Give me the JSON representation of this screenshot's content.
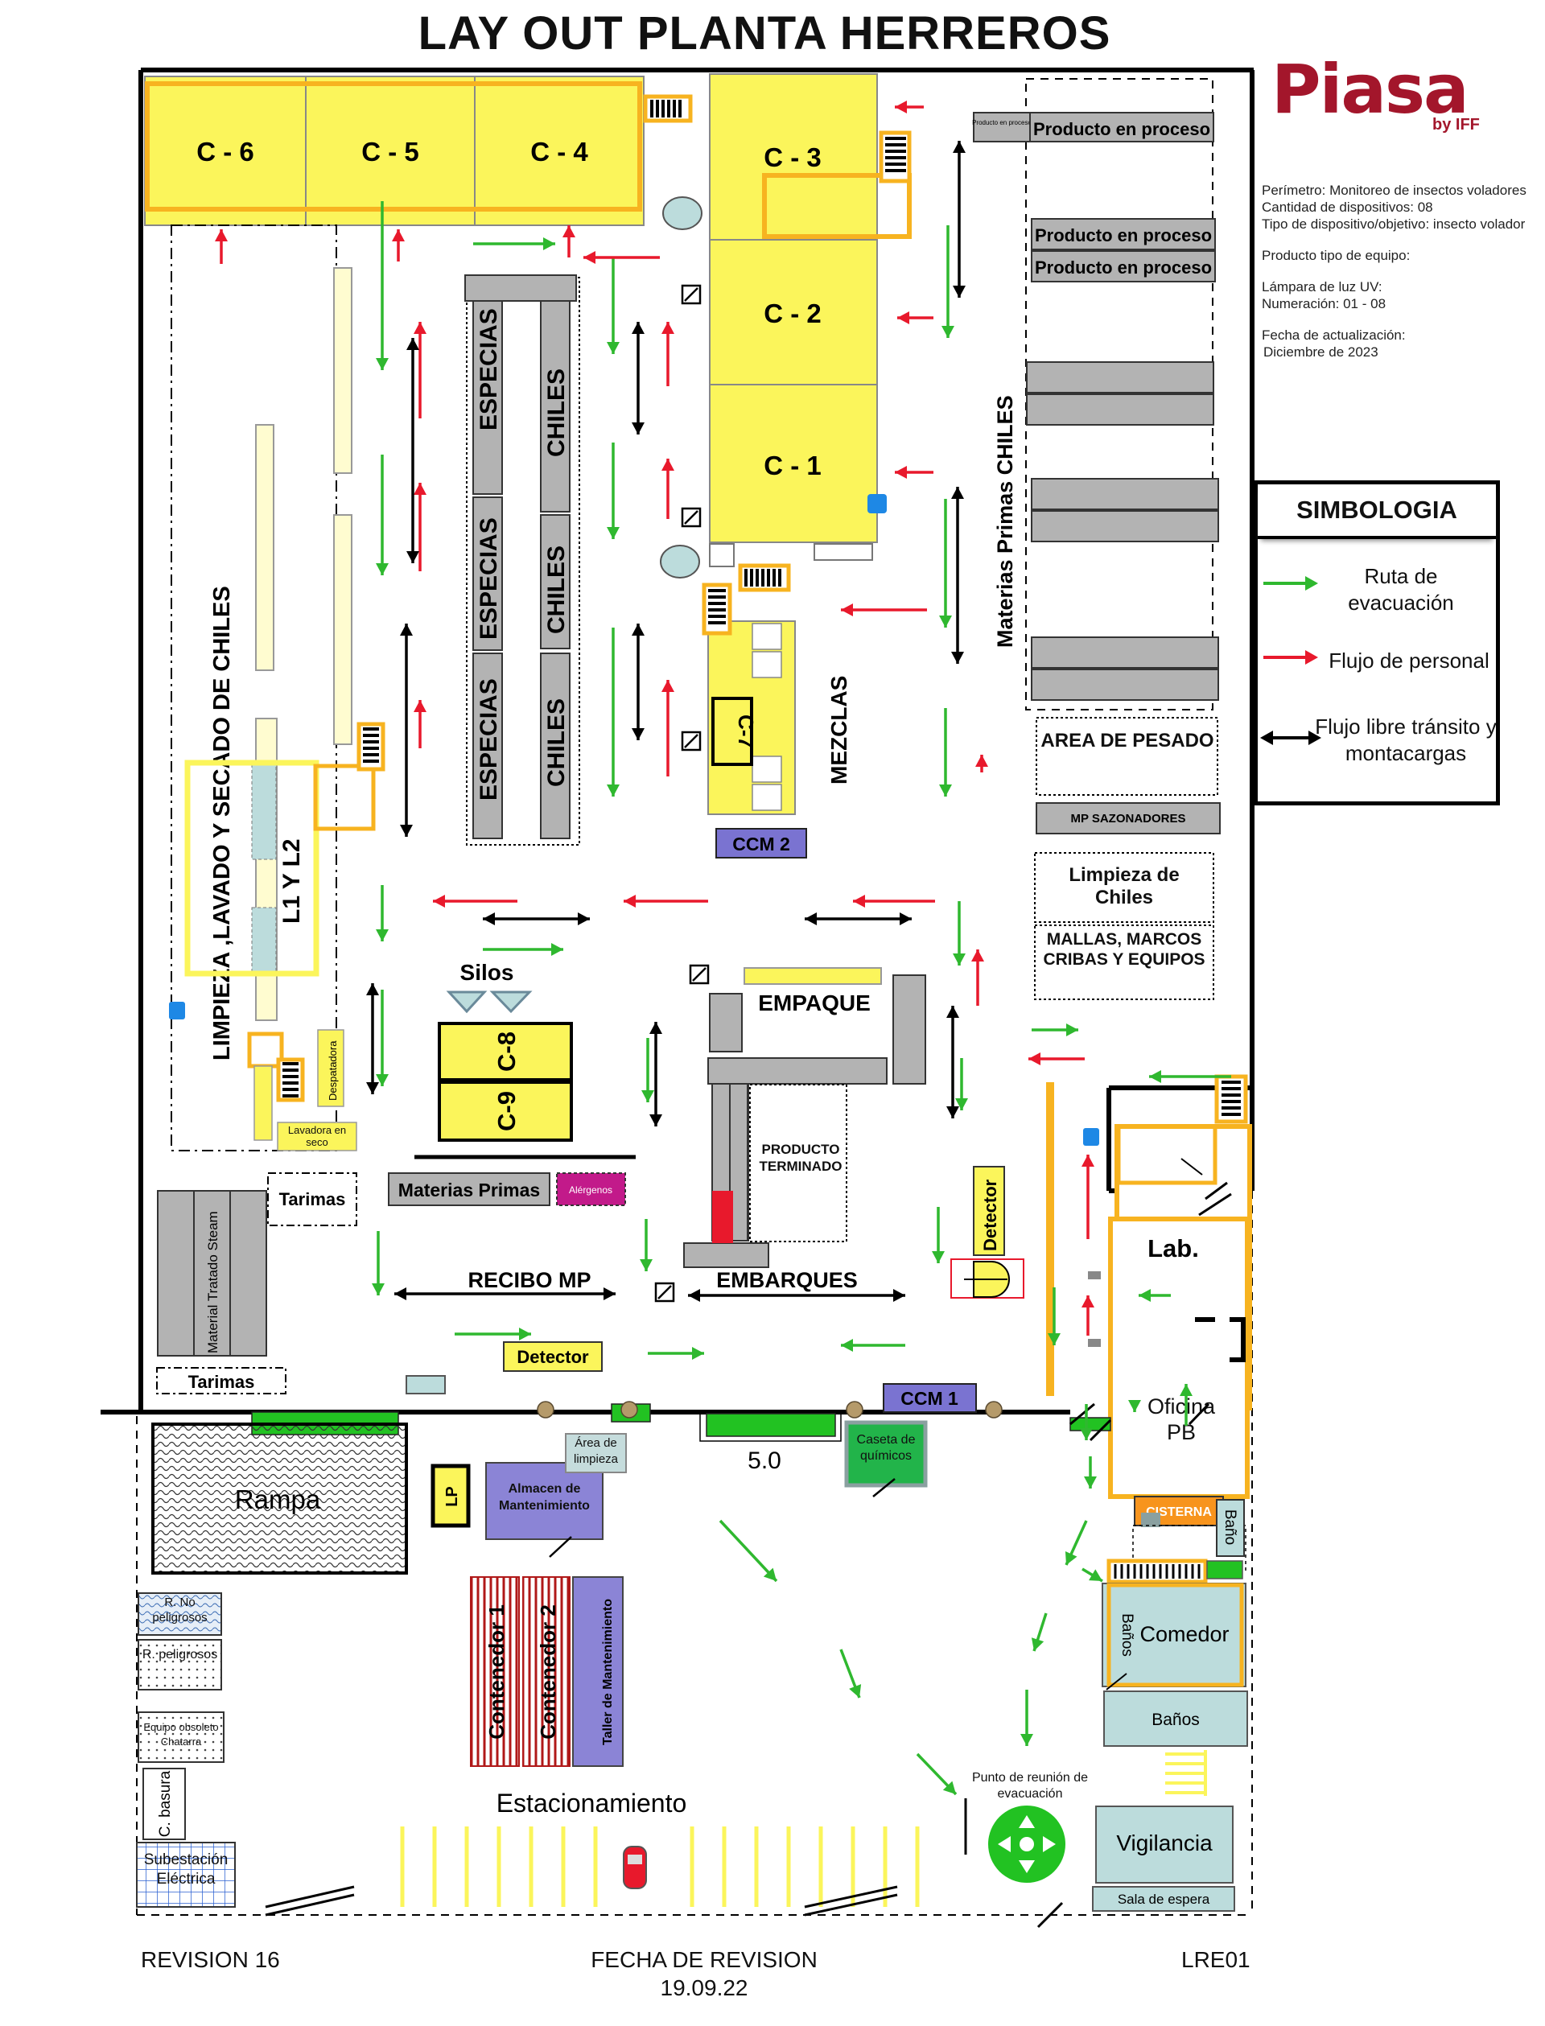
{
  "header": {
    "title": "LAY OUT PLANTA HERREROS"
  },
  "logo": {
    "brand": "Piasa",
    "sub": "by IFF"
  },
  "info": {
    "perimetro": "Perímetro: Monitoreo de insectos voladores",
    "cantidad": "Cantidad de dispositivos:  08",
    "tipo": "Tipo de dispositivo/objetivo: insecto volador",
    "producto": "Producto tipo de equipo:",
    "lampara": "Lámpara de luz UV:",
    "numeracion": "Numeración: 01 - 08",
    "fecha_label": "Fecha de actualización:",
    "fecha_value": "Diciembre de 2023"
  },
  "legend": {
    "title": "SIMBOLOGIA",
    "items": [
      {
        "label": "Ruta de evacuación",
        "color": "#2fb82f"
      },
      {
        "label": "Flujo de personal",
        "color": "#e8192c"
      },
      {
        "label": "Flujo libre tránsito y montacargas",
        "color": "#000000"
      }
    ]
  },
  "colors": {
    "zone_fill": "#fbf55b",
    "zone_border": "#f7b320",
    "evac": "#2fb82f",
    "personal": "#e8192c",
    "ccm": "#7a73d1",
    "light_blue": "#bcdcdc",
    "green_bar": "#22c222",
    "gray": "#b3b3b3"
  },
  "labels": {
    "c6": "C - 6",
    "c5": "C - 5",
    "c4": "C - 4",
    "c3": "C - 3",
    "c2": "C - 2",
    "c1": "C - 1",
    "c7": "C-7",
    "c8": "C-8",
    "c9": "C-9",
    "prod_proceso_small": "Producto en proceso",
    "prod_proceso": "Producto en proceso",
    "mp_chiles": "Materias Primas CHILES",
    "area_pesado": "AREA DE PESADO",
    "mp_sazonadores": "MP SAZONADORES",
    "limpieza_chiles": "Limpieza de Chiles",
    "mallas": "MALLAS, MARCOS CRIBAS Y EQUIPOS",
    "especias": "ESPECIAS",
    "chiles": "CHILES",
    "mezclas": "MEZCLAS",
    "ccm2": "CCM 2",
    "ccm1": "CCM 1",
    "limpieza_lavado": "LIMPIEZA ,LAVADO Y SECADO DE CHILES",
    "l1l2": "L1 Y L2",
    "despatadora": "Despatadora",
    "lavadora": "Lavadora en seco",
    "silos": "Silos",
    "empaque": "EMPAQUE",
    "producto_terminado": "PRODUCTO TERMINADO",
    "materias_primas": "Materias Primas",
    "alergenos": "Alérgenos",
    "tarimas": "Tarimas",
    "material_steam": "Material Tratado Steam",
    "recibo_mp": "RECIBO MP",
    "embarques": "EMBARQUES",
    "detector": "Detector",
    "lab": "Lab.",
    "oficina": "Oficina PB",
    "rampa": "Rampa",
    "lp": "LP",
    "almacen": "Almacen de Mantenimiento",
    "area_limpieza": "Área de limpieza",
    "caseta": "Caseta de químicos",
    "cinco": "5.0",
    "cisterna": "CISTERNA",
    "bano": "Baño",
    "banos_v": "Baños",
    "comedor": "Comedor",
    "banos": "Baños",
    "vigilancia": "Vigilancia",
    "sala_espera": "Sala de espera",
    "punto_reunion": "Punto de reunión de evacuación",
    "estacionamiento": "Estacionamiento",
    "contenedor1": "Contenedor 1",
    "contenedor2": "Contenedor 2",
    "taller": "Taller de Mantenimiento",
    "r_no_peligrosos": "R. No peligrosos",
    "r_peligrosos": "R. peligrosos",
    "equipo_obsoleto": "Equipo obsoleto Chatarra",
    "c_basura": "C. basura",
    "subestacion": "Subestación Eléctrica"
  },
  "footer": {
    "revision": "REVISION 16",
    "fecha_label": "FECHA DE REVISION",
    "fecha_value": "19.09.22",
    "code": "LRE01"
  }
}
